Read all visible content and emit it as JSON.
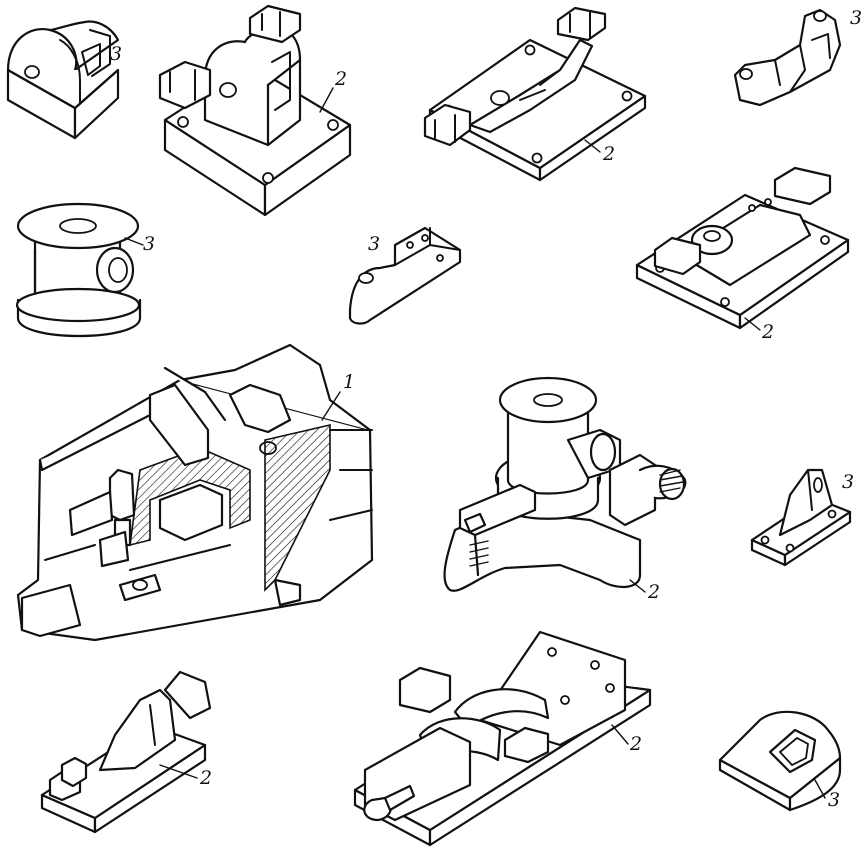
{
  "labels": {
    "body": "1",
    "fixture": "2",
    "blank": "3"
  },
  "colors": {
    "ink": "#111111",
    "paper": "#ffffff"
  }
}
